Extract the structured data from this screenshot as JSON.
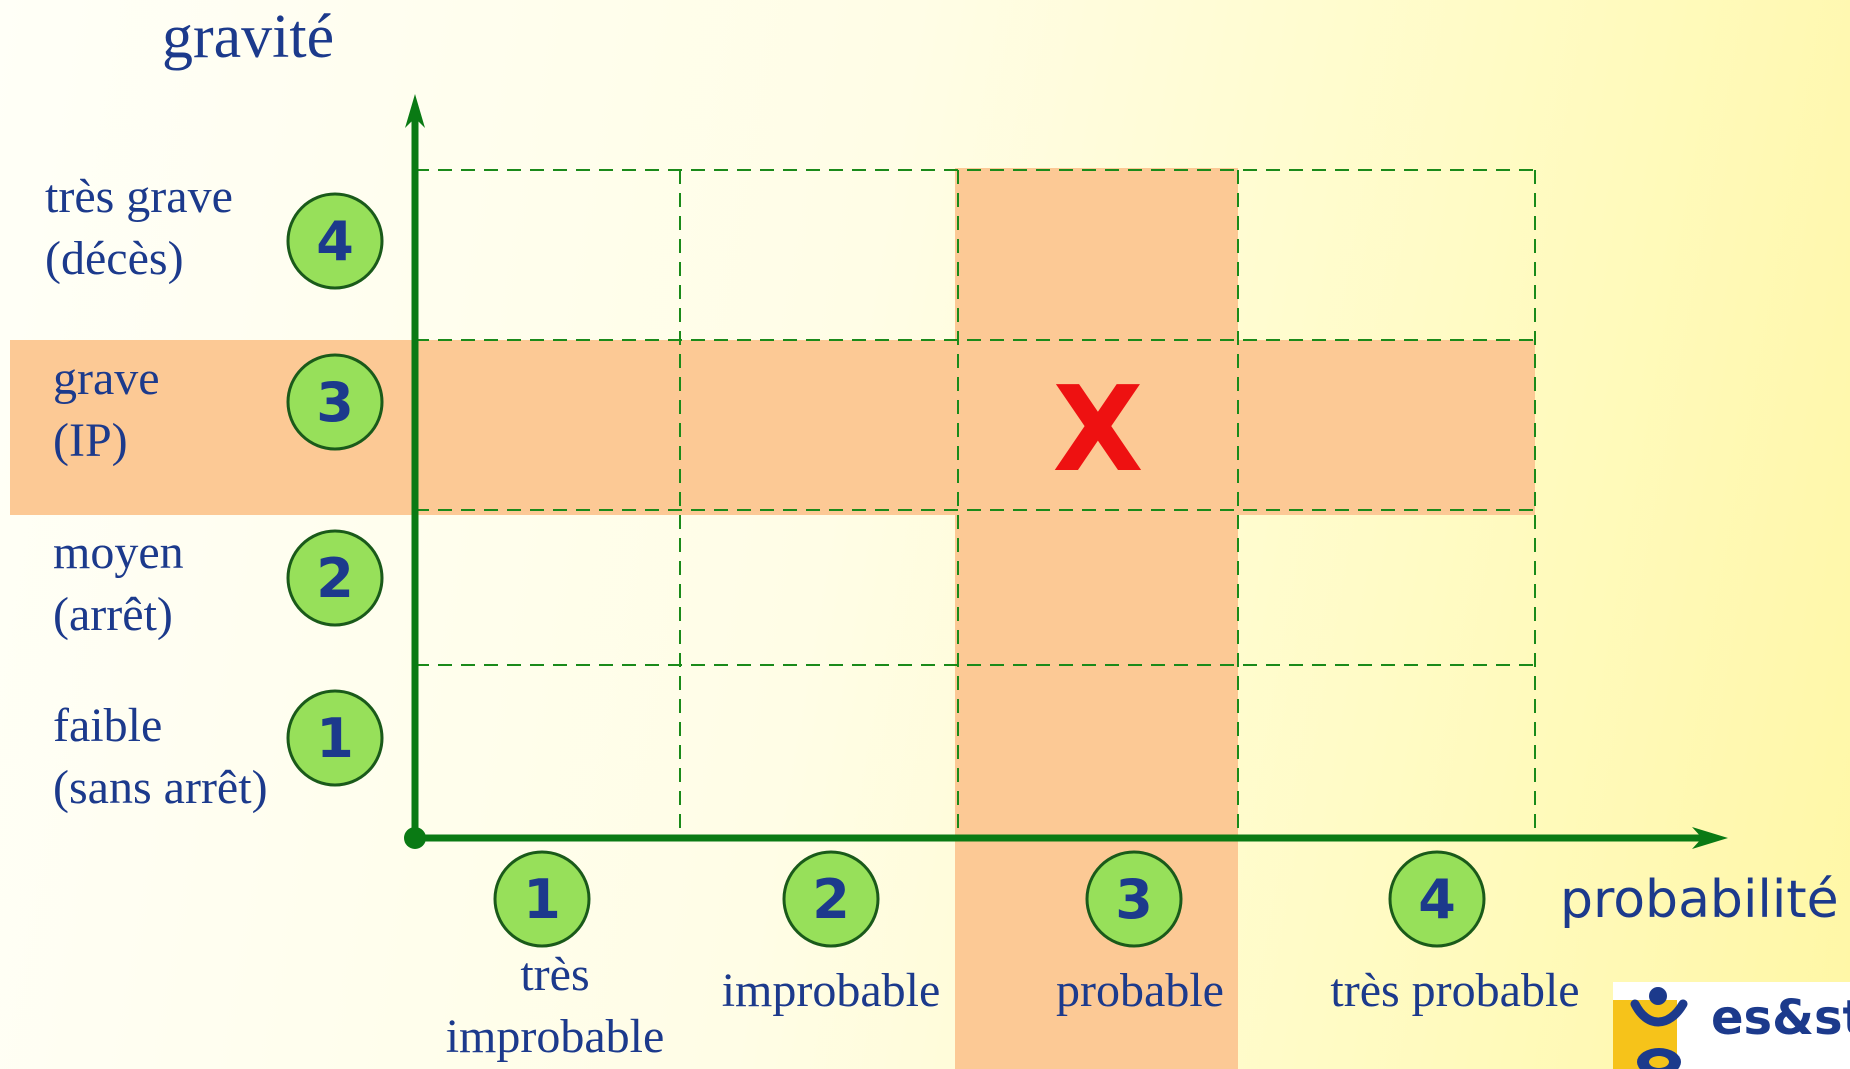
{
  "axes": {
    "y_title": "gravité",
    "x_title": "probabilité"
  },
  "severity_levels": [
    {
      "number": "1",
      "label": "faible",
      "detail": "(sans arrêt)"
    },
    {
      "number": "2",
      "label": "moyen",
      "detail": "(arrêt)"
    },
    {
      "number": "3",
      "label": "grave",
      "detail": "(IP)"
    },
    {
      "number": "4",
      "label": "très grave",
      "detail": "(décès)"
    }
  ],
  "probability_levels": [
    {
      "number": "1",
      "line1": "très",
      "line2": "improbable"
    },
    {
      "number": "2",
      "line1": "improbable",
      "line2": ""
    },
    {
      "number": "3",
      "line1": "probable",
      "line2": ""
    },
    {
      "number": "4",
      "line1": "très probable",
      "line2": ""
    }
  ],
  "highlight": {
    "probability": "3",
    "severity": "3",
    "marker": "X"
  },
  "logo": {
    "text": "es&st"
  },
  "colors": {
    "axis": "#0a7a14",
    "grid": "#1a8a1a",
    "band": "#fcc995",
    "badge_fill": "#97e05a",
    "badge_text": "#1c3a8c",
    "label_text": "#1c3a8c",
    "marker": "#ee1111"
  }
}
